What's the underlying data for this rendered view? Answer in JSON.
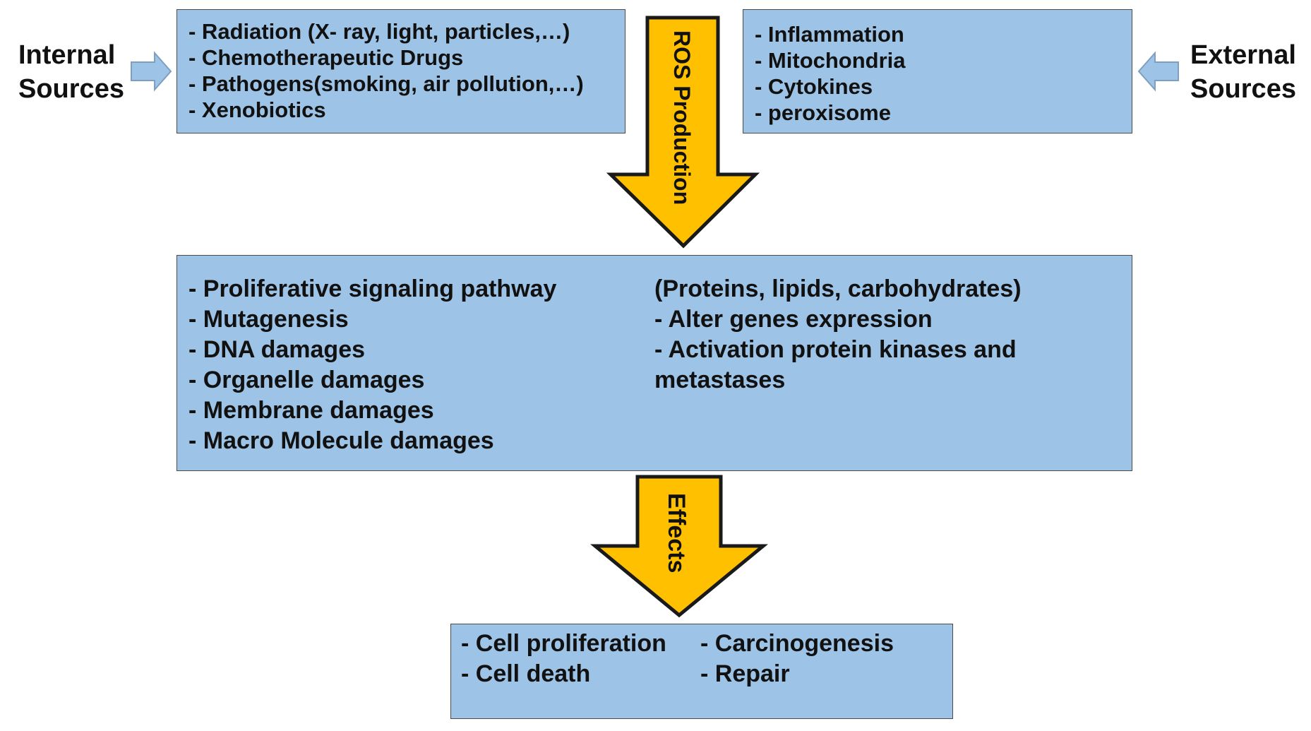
{
  "labels": {
    "internal_line1": "Internal",
    "internal_line2": "Sources",
    "external_line1": "External",
    "external_line2": "Sources"
  },
  "arrows": {
    "ros_production": "ROS Production",
    "effects": "Effects"
  },
  "internal_box": [
    "- Radiation (X- ray, light, particles,…)",
    "- Chemotherapeutic Drugs",
    "- Pathogens(smoking, air pollution,…)",
    "- Xenobiotics"
  ],
  "external_box": [
    "- Inflammation",
    "- Mitochondria",
    "- Cytokines",
    "- peroxisome"
  ],
  "effects_box": {
    "left": [
      "- Proliferative signaling pathway",
      "- Mutagenesis",
      "- DNA damages",
      "- Organelle damages",
      "- Membrane damages",
      "- Macro Molecule damages"
    ],
    "right": [
      "(Proteins, lipids, carbohydrates)",
      "- Alter genes expression",
      "- Activation protein kinases and",
      "metastases"
    ]
  },
  "outcomes_box": {
    "left": [
      "- Cell proliferation",
      "- Cell death"
    ],
    "right": [
      "- Carcinogenesis",
      "- Repair"
    ]
  },
  "colors": {
    "box_fill": "#9dc3e6",
    "box_border": "#4a4a4a",
    "big_arrow_fill": "#ffc000",
    "small_arrow_fill": "#9dc3e6",
    "text": "#111111"
  }
}
